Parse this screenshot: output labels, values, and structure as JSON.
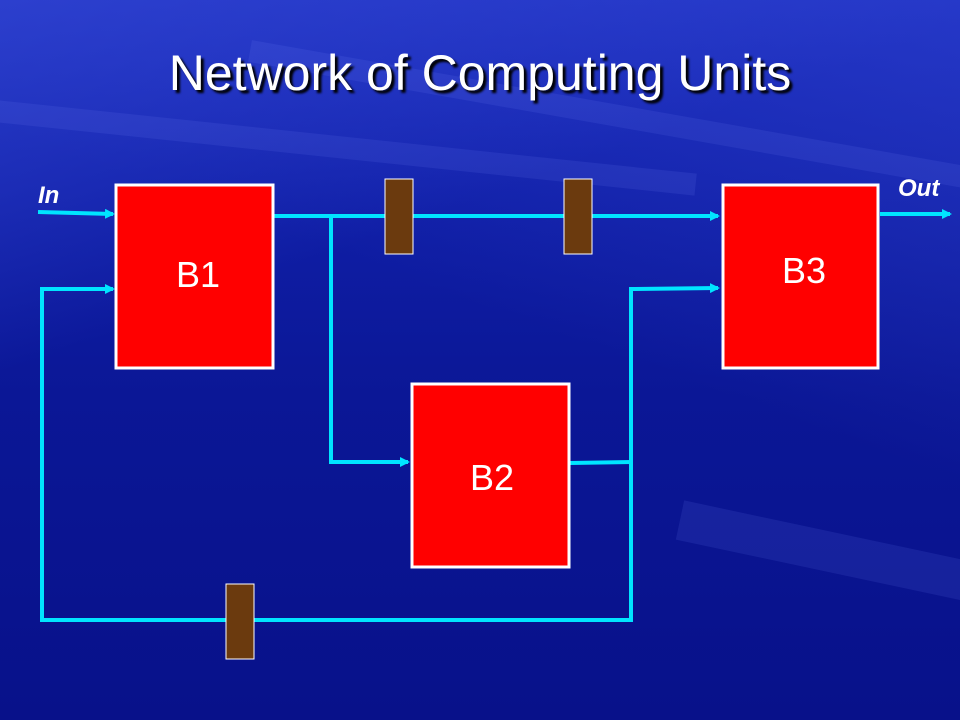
{
  "slide": {
    "title": "Network of Computing Units"
  },
  "diagram": {
    "blocks": [
      {
        "label": "B1"
      },
      {
        "label": "B2"
      },
      {
        "label": "B3"
      }
    ],
    "input_label": "In",
    "output_label": "Out",
    "colors": {
      "block_fill": "#ff0000",
      "block_border": "#ffffff",
      "wire": "#00e5ff",
      "register_fill": "#6b3a0e",
      "title_text": "#ffffff"
    }
  }
}
